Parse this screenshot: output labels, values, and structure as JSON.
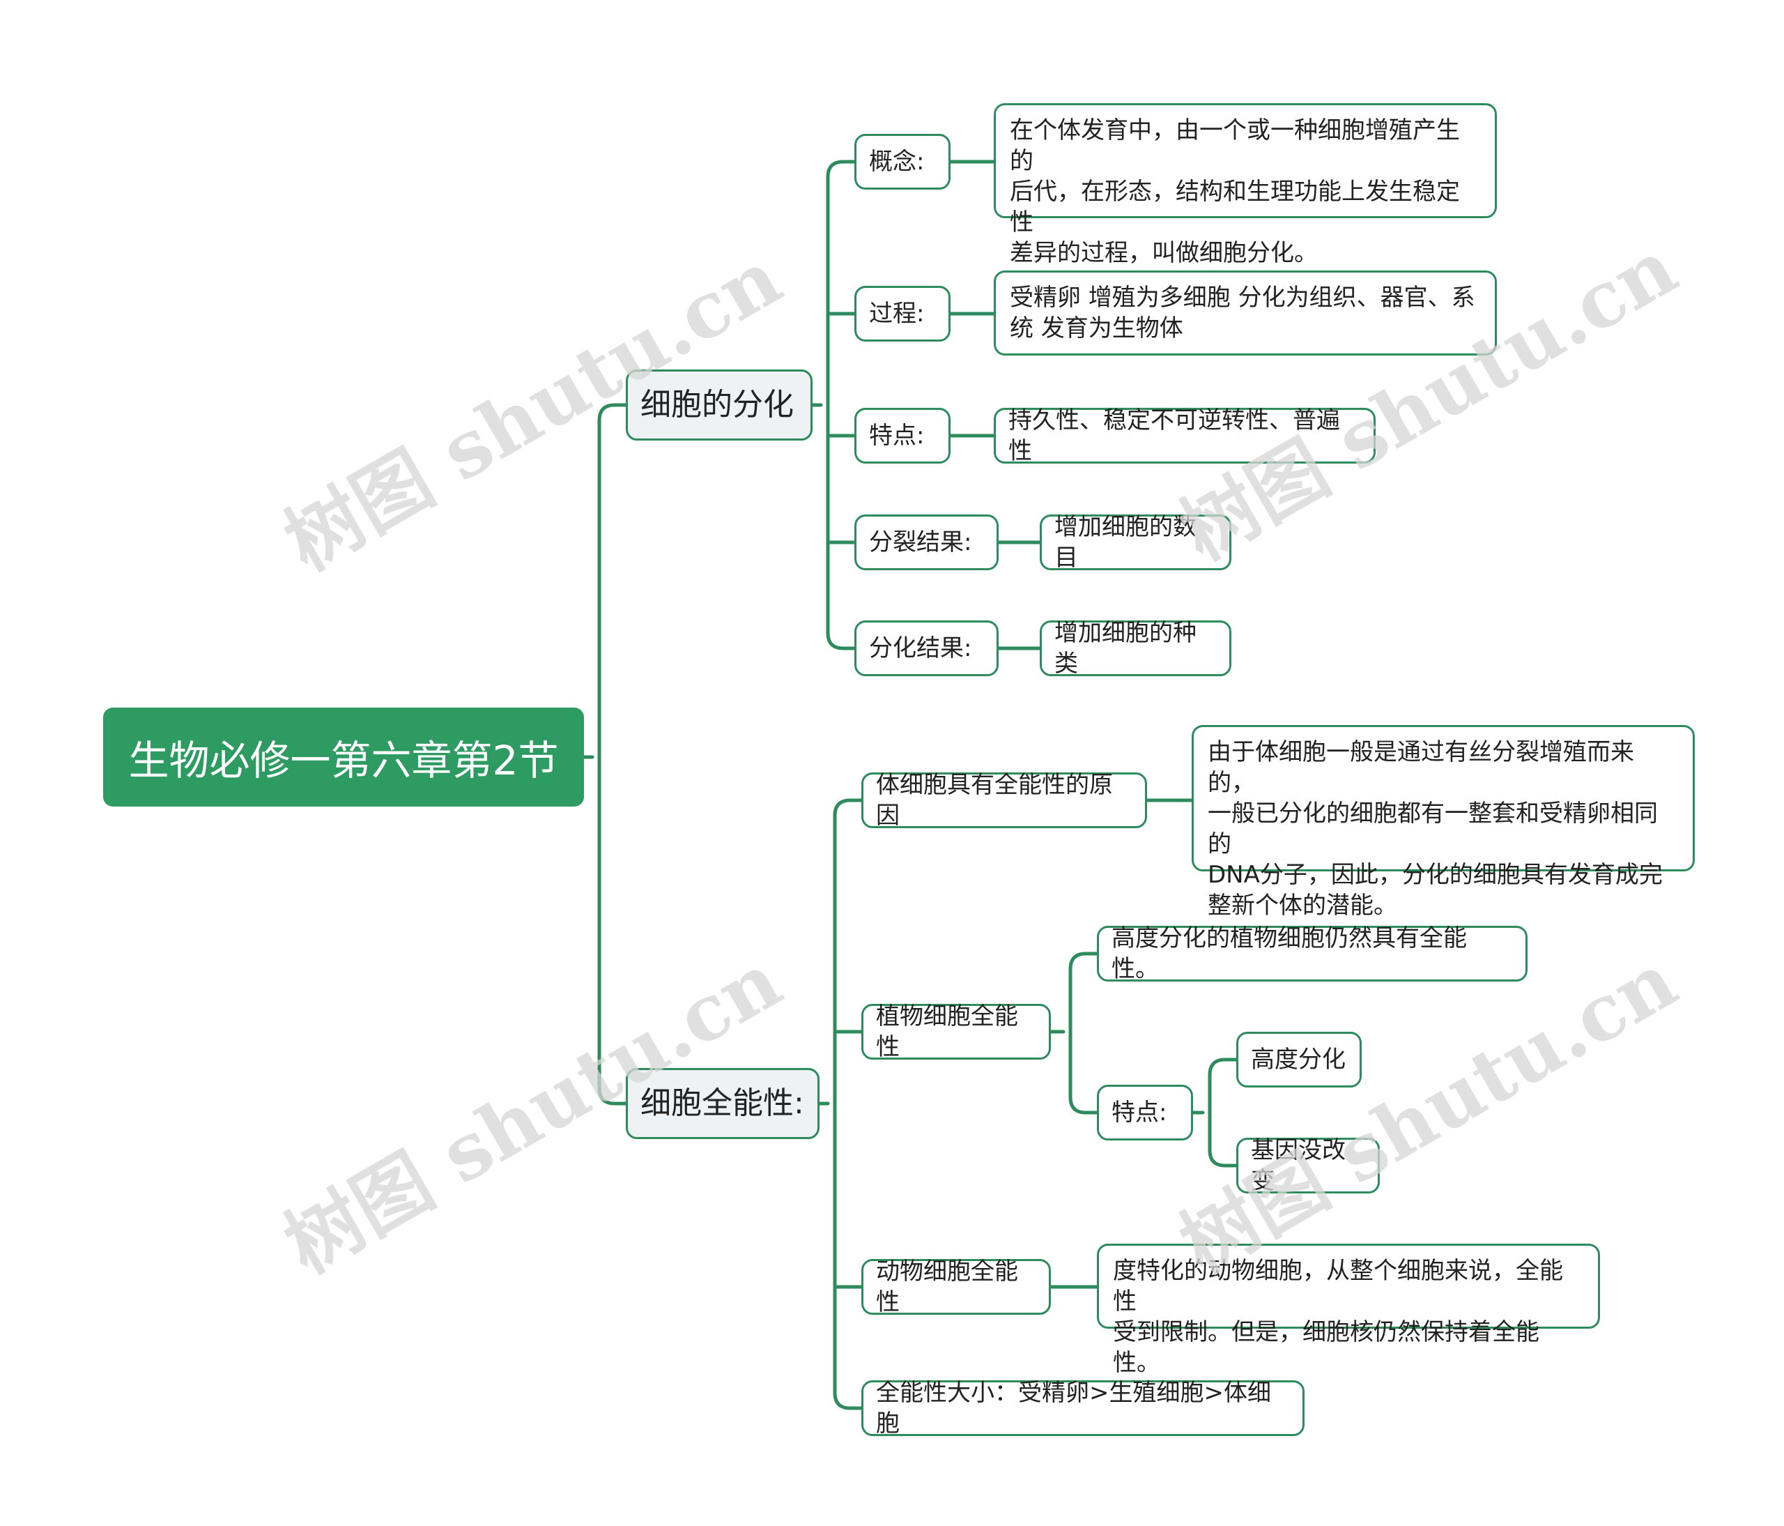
{
  "root": {
    "label": "生物必修一第六章第2节"
  },
  "branch_diff": {
    "label": "细胞的分化",
    "concept": {
      "label": "概念:",
      "text": "在个体发育中，由一个或一种细胞增殖产生的\n后代，在形态，结构和生理功能上发生稳定性\n差异的过程，叫做细胞分化。"
    },
    "process": {
      "label": "过程:",
      "text": "受精卵 增殖为多细胞 分化为组织、器官、系\n统 发育为生物体"
    },
    "feature": {
      "label": "特点:",
      "text": "持久性、稳定不可逆转性、普遍性"
    },
    "division_result": {
      "label": "分裂结果:",
      "text": "增加细胞的数目"
    },
    "diff_result": {
      "label": "分化结果:",
      "text": "增加细胞的种类"
    }
  },
  "branch_total": {
    "label": "细胞全能性:",
    "reason": {
      "label": "体细胞具有全能性的原因",
      "text": "由于体细胞一般是通过有丝分裂增殖而来的，\n一般已分化的细胞都有一整套和受精卵相同的\nDNA分子，因此，分化的细胞具有发育成完\n整新个体的潜能。"
    },
    "plant": {
      "label": "植物细胞全能性",
      "statement": "高度分化的植物细胞仍然具有全能性。",
      "feature_label": "特点:",
      "feature_items": [
        "高度分化",
        "基因没改变"
      ]
    },
    "animal": {
      "label": "动物细胞全能性",
      "text": "度特化的动物细胞，从整个细胞来说，全能性\n受到限制。但是，细胞核仍然保持着全能性。"
    },
    "order": {
      "label": "全能性大小：受精卵>生殖细胞>体细胞"
    }
  },
  "watermark": "树图 shutu.cn",
  "colors": {
    "accent": "#2e9b63",
    "line": "#2e8b5d",
    "mid_bg": "#eef2f4"
  }
}
